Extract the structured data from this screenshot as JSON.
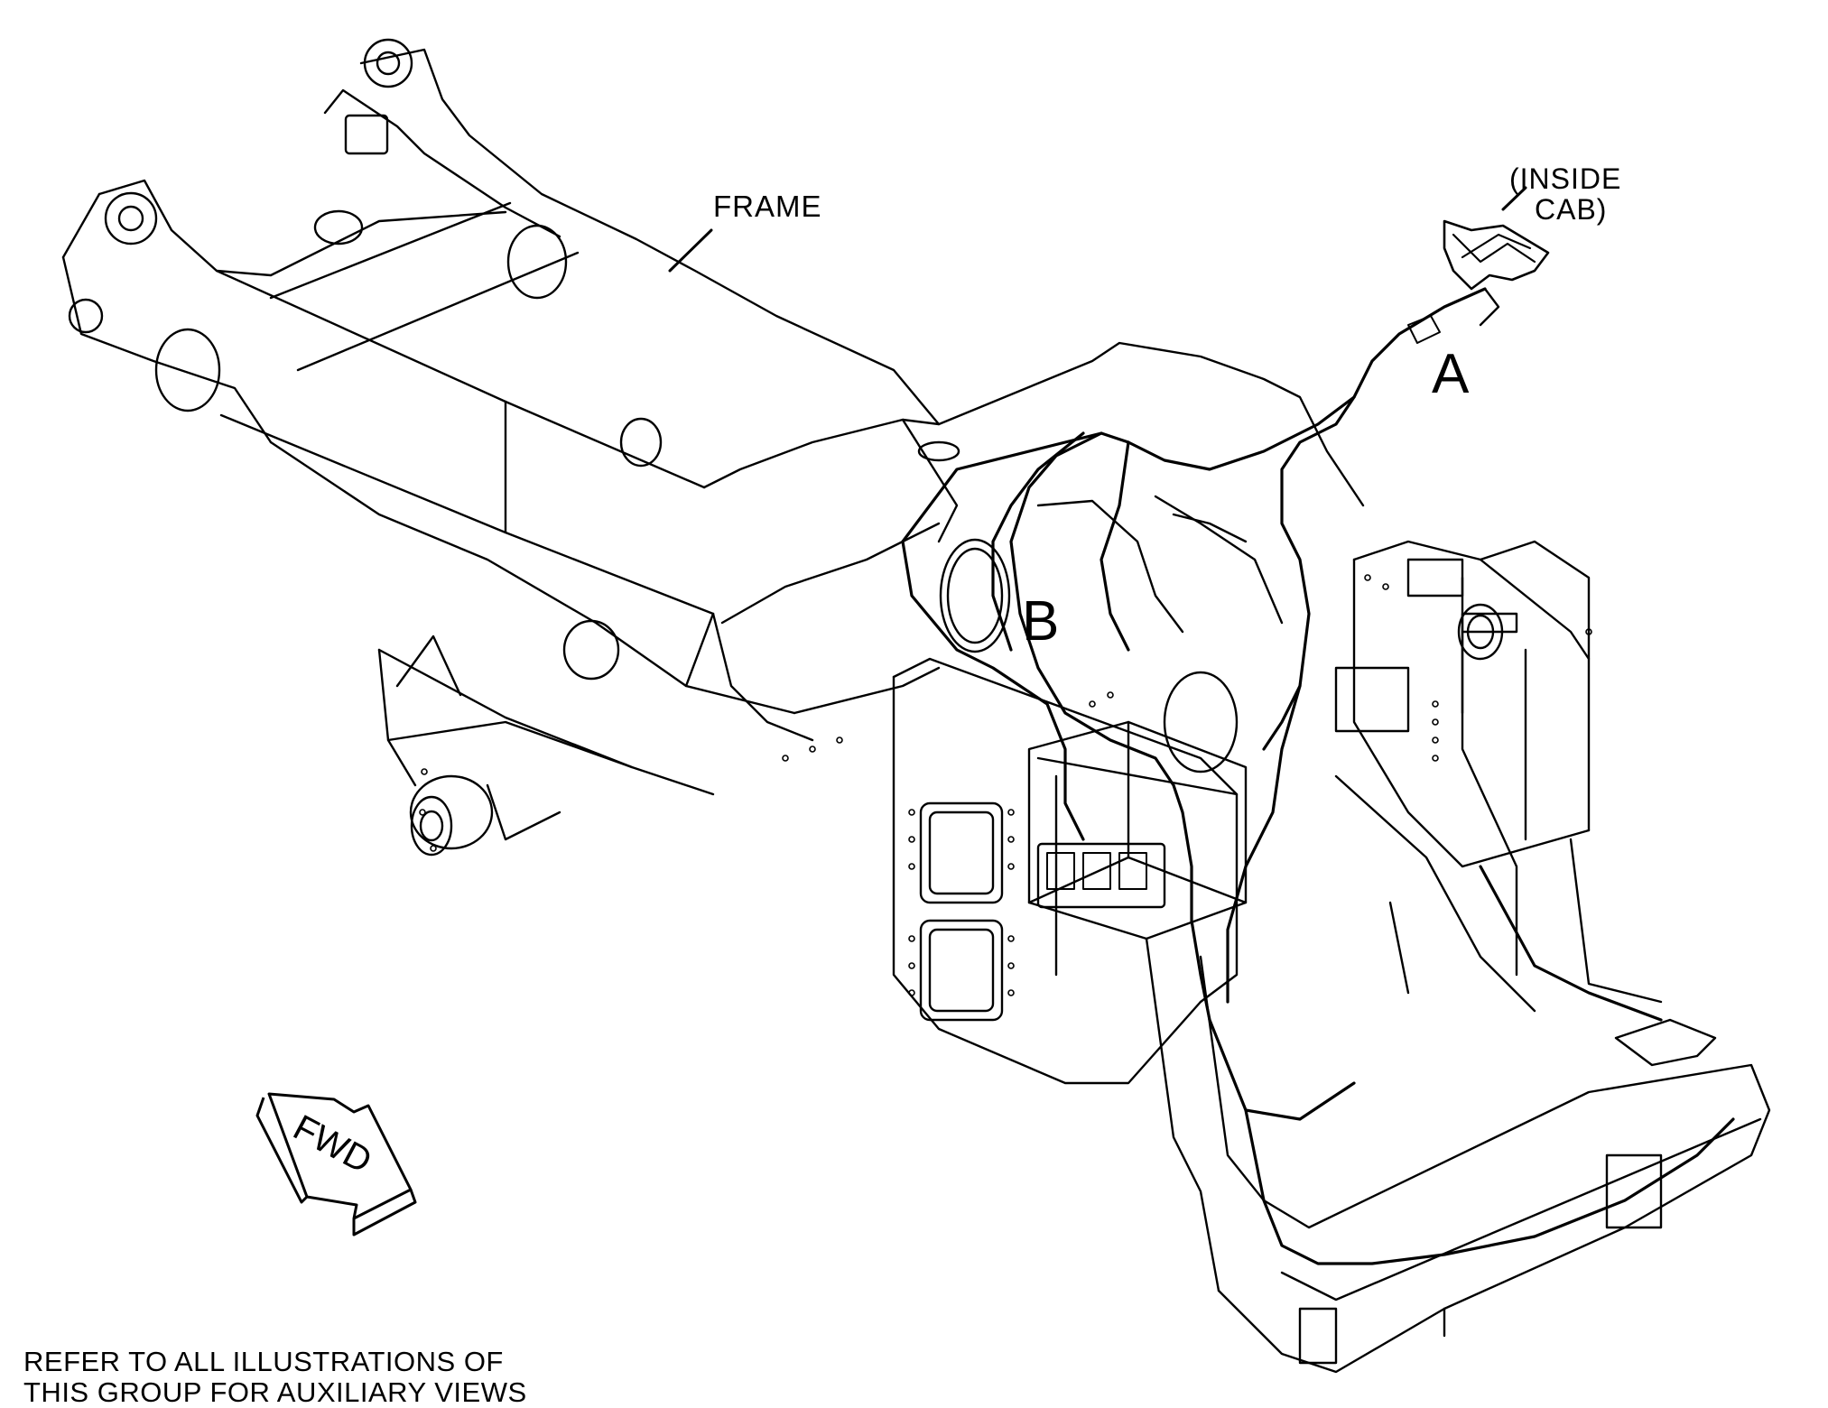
{
  "labels": {
    "frame": "FRAME",
    "inside_cab_line1": "(INSIDE",
    "inside_cab_line2": "CAB)",
    "callout_a": "A",
    "callout_b": "B",
    "direction": "FWD"
  },
  "note": {
    "line1": "REFER TO ALL ILLUSTRATIONS OF",
    "line2": "THIS GROUP FOR AUXILIARY VIEWS"
  }
}
